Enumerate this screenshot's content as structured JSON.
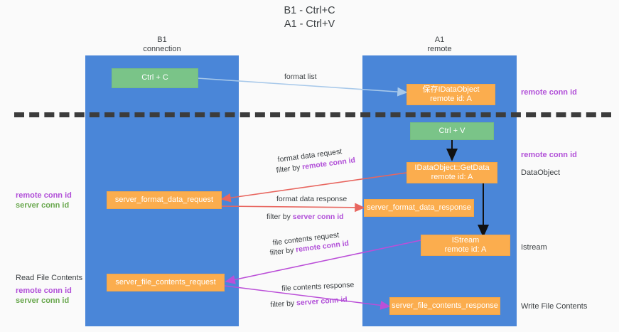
{
  "title": "B1 - Ctrl+C\nA1 - Ctrl+V",
  "columns": [
    {
      "name": "B1",
      "role": "connection",
      "header": "B1\nconnection"
    },
    {
      "name": "A1",
      "role": "remote",
      "header": "A1\nremote"
    }
  ],
  "colors": {
    "lane": "#4a86d8",
    "green_box": "#7ac488",
    "orange_box": "#fbad4e",
    "purple_text": "#b14fd8",
    "green_text": "#6aa84f",
    "dark_text": "#3c4043",
    "arrow_format_list": "#a8c9ea",
    "arrow_black": "#000000",
    "arrow_red": "#e8665f",
    "arrow_magenta": "#b14fd8",
    "background": "#fafafa"
  },
  "boxes": {
    "ctrl_c": "Ctrl + C",
    "save_idataobject": "保存IDataObject\nremote id: A",
    "ctrl_v": "Ctrl + V",
    "getdata": "IDataObject::GetData\nremote id: A",
    "server_format_data_request": "server_format_data_request",
    "server_format_data_response": "server_format_data_response",
    "istream": "IStream\nremote id: A",
    "server_file_contents_request": "server_file_contents_request",
    "server_file_contents_response": "server_file_contents_response"
  },
  "captions": {
    "format_list": "format list",
    "format_data_request": "format data request",
    "format_data_request_filter_prefix": "filter by ",
    "format_data_request_filter_key": "remote conn id",
    "format_data_response": "format data response",
    "format_data_response_filter_prefix": "filter by ",
    "format_data_response_filter_key": "server conn id",
    "file_contents_request": "file contents request",
    "file_contents_request_filter_prefix": "filter by ",
    "file_contents_request_filter_key": "remote conn id",
    "file_contents_response": "file contents response",
    "file_contents_response_filter_prefix": "filter by ",
    "file_contents_response_filter_key": "server conn id"
  },
  "right_labels": {
    "remote_conn_id_top": "remote conn id",
    "remote_conn_id_mid": "remote conn id",
    "dataobject": "DataObject",
    "istream": "Istream",
    "write_file_contents": "Write File Contents"
  },
  "left_labels": {
    "remote_conn_id": "remote conn id",
    "server_conn_id": "server conn id",
    "read_file_contents": "Read File Contents",
    "remote_conn_id_2": "remote conn id",
    "server_conn_id_2": "server conn id"
  }
}
